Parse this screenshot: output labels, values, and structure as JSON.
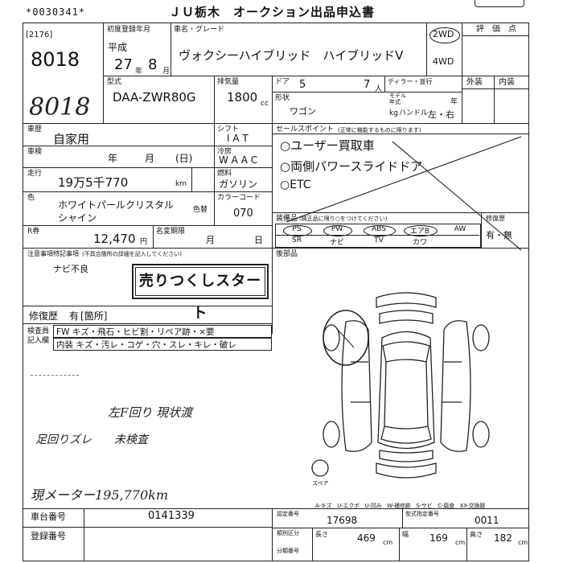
{
  "header": {
    "serial": "*0030341*",
    "title": "ＪＵ栃木　オークション出品申込書"
  },
  "top": {
    "code": "[2176]",
    "lot_no": "8018",
    "lot_handwritten": "8018",
    "first_reg_label": "初度登録年月",
    "era": "平成",
    "year": "27",
    "year_unit": "年",
    "month": "8",
    "month_unit": "月",
    "car_grade_label": "車名・グレード",
    "car_name": "ヴォクシーハイブリッド　ハイブリッドV",
    "drive_2wd": "2WD",
    "drive_4wd": "4WD",
    "rating_label": "評　価　点",
    "exterior_label": "外装",
    "interior_label": "内装"
  },
  "spec": {
    "model_label": "型式",
    "model": "DAA-ZWR80G",
    "displacement_label": "排気量",
    "displacement": "1800",
    "cc": "cc",
    "door_label": "ドア",
    "doors": "5",
    "capacity": "7",
    "capacity_unit": "人",
    "dealer_label": "ディラー・並行",
    "body_label": "形状",
    "body": "ワゴン",
    "model_side_label": "モデル\n年式",
    "year_unit": "年",
    "load_label": "kg",
    "handle_label": "ハンドル",
    "handle": "左・右"
  },
  "use": {
    "label": "車歴",
    "value": "自家用",
    "shift_label": "シフト",
    "shift": "I A T",
    "inspection_label": "車検",
    "inspection_year": "年",
    "inspection_month": "月",
    "inspection_day": "(日)",
    "ac_label": "冷房",
    "ac": "W A A C",
    "mileage_label": "走行",
    "mileage": "19万5千770",
    "mileage_unit": "km",
    "fuel_label": "燃料",
    "fuel": "ガソリン",
    "color_label": "色",
    "color_line1": "ホワイトパールクリスタル",
    "color_line2": "シャイン",
    "color_change_label": "色替",
    "color_code_label": "カラーコード",
    "color_code": "070",
    "tax_label": "R券",
    "tax": "12,470",
    "tax_unit": "円",
    "name_change_label": "名変期限",
    "name_change_month": "月",
    "name_change_day": "日"
  },
  "sales": {
    "label": "セールスポイント",
    "note": "(正常に機能するものに限ります)",
    "points": [
      "ユーザー買取車",
      "両側パワースライドドア",
      "ETC"
    ]
  },
  "equipment": {
    "label": "装備品",
    "note": "(純正品に限り○をつけてください)",
    "items": [
      "PS",
      "PW",
      "ABS",
      "エアB",
      "AW",
      "SR",
      "ナビ",
      "TV",
      "カワ"
    ],
    "accident_label": "修復歴",
    "accident_options": "有・無"
  },
  "notes": {
    "caution_label": "注意事項特記事項",
    "caution_note": "(不具合箇所の詳細を記入してください)",
    "rear_label": "後部品",
    "navi_defect": "ナビ不良",
    "stamp": "売りつくしスタート",
    "repair_label": "修復歴",
    "repair_value": "有",
    "repair_place": "箇所"
  },
  "inspection": {
    "label": "検査員\n記入欄",
    "fw_row": "FW キズ・飛石・ヒビ割・リペア跡・×要",
    "int_row": "内装 キズ・汚レ・コゲ・穴・スレ・キレ・破レ"
  },
  "handwriting": {
    "line1": "左F回り 現状渡",
    "line2": "足回りズレ　　未検査",
    "line3": "現メーター195,770km"
  },
  "legend": {
    "text": "A-キズ　U-エクボ　U-凹み　W-補修跡　S-サビ　C-腐食　XX-交換跡",
    "spare": "スペア"
  },
  "bottom": {
    "chassis_label": "車台番号",
    "chassis": "0141339",
    "reg_label": "登録番号",
    "certification_label": "認定番号",
    "certification": "17698",
    "type_designation_label": "型式指定番号",
    "type_designation": "0011",
    "length_label": "長さ",
    "length": "469",
    "width_label": "幅",
    "width": "169",
    "height_label": "高さ",
    "height": "182",
    "cm": "cm",
    "class_code_label": "類別区分",
    "category_label": "分類番号"
  }
}
